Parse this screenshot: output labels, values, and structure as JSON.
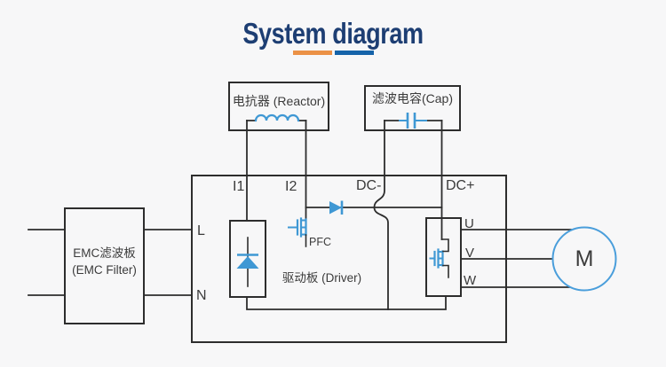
{
  "title": "System diagram",
  "colors": {
    "navy": "#1d3e73",
    "orange": "#eb9146",
    "bar_blue": "#1563a9",
    "circuit_blue": "#3f98d4",
    "motor_blue": "#4a9edb",
    "line_dark": "#2d2d2d",
    "background": "#f7f7f8"
  },
  "components": {
    "reactor": {
      "label": "电抗器 (Reactor)"
    },
    "capacitor": {
      "label": "滤波电容(Cap)"
    },
    "emc_filter": {
      "label_cn": "EMC滤波板",
      "label_en": "(EMC Filter)"
    },
    "driver_board": {
      "label": "驱动板 (Driver)"
    },
    "motor": {
      "label": "M"
    },
    "pfc": {
      "label": "PFC"
    }
  },
  "terminals": {
    "i1": "I1",
    "i2": "I2",
    "dc_minus": "DC-",
    "dc_plus": "DC+",
    "line": "L",
    "neutral": "N",
    "u": "U",
    "v": "V",
    "w": "W"
  }
}
